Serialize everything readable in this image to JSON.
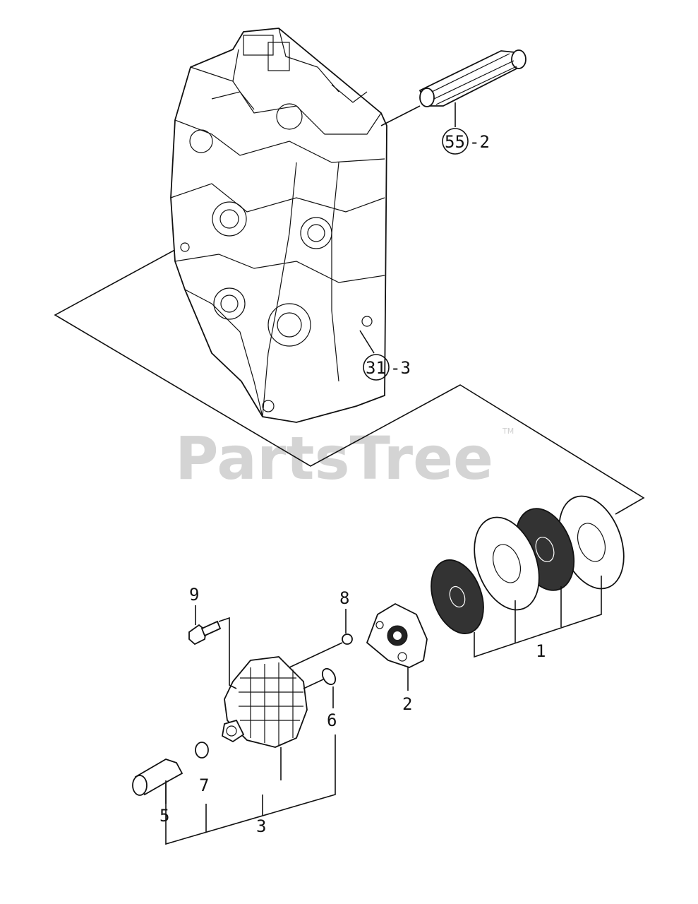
{
  "watermark": {
    "text": "PartsTree",
    "trademark": "TM"
  },
  "callouts": {
    "shaft": "55",
    "shaft_suffix": "-2",
    "case": "31",
    "case_suffix": "-3",
    "item_1": "1",
    "item_2": "2",
    "item_3": "3",
    "item_5": "5",
    "item_6": "6",
    "item_7": "7",
    "item_8": "8",
    "item_9": "9"
  }
}
